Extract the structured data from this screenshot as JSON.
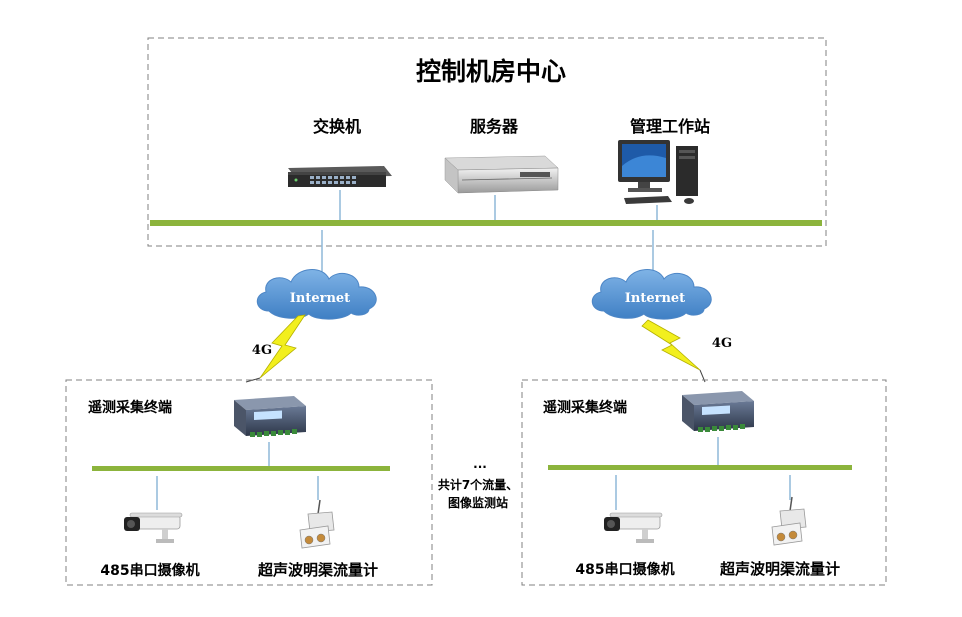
{
  "center": {
    "title": "控制机房中心",
    "devices": {
      "switch": "交换机",
      "server": "服务器",
      "workstation": "管理工作站"
    }
  },
  "clouds": {
    "label": "Internet"
  },
  "links": {
    "cellular": "4G"
  },
  "stations": [
    {
      "title": "遥测采集终端",
      "camera": "485串口摄像机",
      "flowmeter": "超声波明渠流量计"
    },
    {
      "title": "遥测采集终端",
      "camera": "485串口摄像机",
      "flowmeter": "超声波明渠流量计"
    }
  ],
  "note": {
    "ellipsis": "...",
    "line1": "共计7个流量、",
    "line2": "图像监测站"
  },
  "colors": {
    "bus": "#8cb43c",
    "cloud": "#5b9bd5",
    "lightning": "#f2ef1e",
    "dashed": "#808080"
  },
  "icons": [
    "network-switch-icon",
    "rack-server-icon",
    "desktop-computer-icon",
    "cloud-icon",
    "lightning-icon",
    "rtu-terminal-icon",
    "bullet-camera-icon",
    "flow-sensor-icon"
  ]
}
